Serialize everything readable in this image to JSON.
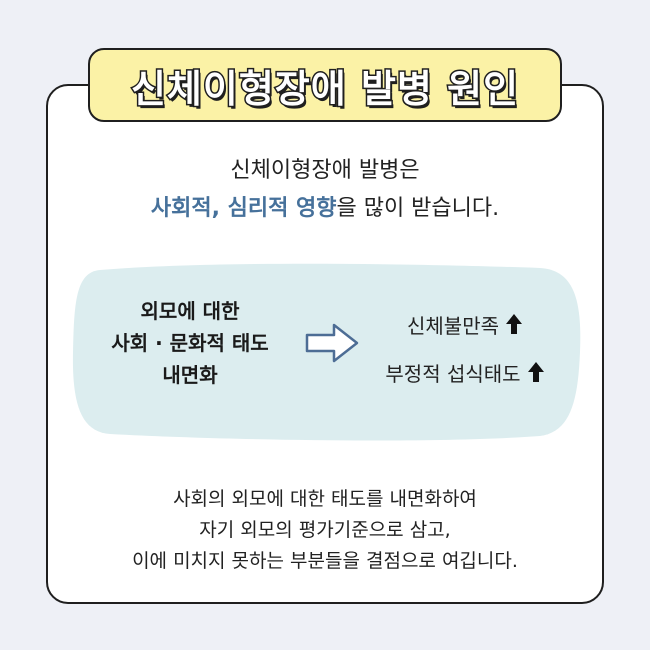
{
  "title": "신체이형장애 발병 원인",
  "intro": {
    "line1": "신체이형장애 발병은",
    "line2_highlight": "사회적, 심리적 영향",
    "line2_rest": "을 많이 받습니다."
  },
  "cause": {
    "line1": "외모에 대한",
    "line2": "사회 · 문화적 태도",
    "line3": "내면화"
  },
  "effects": [
    {
      "label": "신체불만족",
      "icon": "up-arrow-icon"
    },
    {
      "label": "부정적 섭식태도",
      "icon": "up-arrow-icon"
    }
  ],
  "outro": {
    "line1": "사회의 외모에 대한 태도를 내면화하여",
    "line2": "자기 외모의 평가기준으로 삼고,",
    "line3": "이에 미치지 못하는 부분들을 결점으로 여깁니다."
  },
  "colors": {
    "background": "#eef0f6",
    "title_badge": "#fbf2a6",
    "highlight": "#46719b",
    "blob": "#dcedef",
    "arrow_outline": "#4d6d95"
  }
}
